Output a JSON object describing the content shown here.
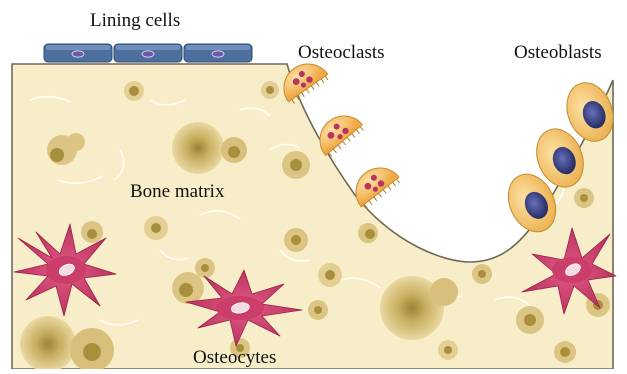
{
  "labels": {
    "lining_cells": "Lining cells",
    "osteoclasts": "Osteoclasts",
    "osteoblasts": "Osteoblasts",
    "bone_matrix": "Bone matrix",
    "osteocytes": "Osteocytes"
  },
  "colors": {
    "matrix_fill": "#f7eec9",
    "matrix_outline": "#6f6a58",
    "lacuna_outer": "#e6d39a",
    "lacuna_inner": "#a88f3c",
    "lining_cell": "#4d6f9e",
    "lining_nucleus": "#6e5aa6",
    "osteoclast_fill": "#f6c46c",
    "osteoclast_nuclei": "#b83461",
    "osteoblast_fill": "#f6c66a",
    "osteoblast_nucleus": "#2f3473",
    "osteocyte_fill": "#cc3e6a",
    "osteocyte_nucleus": "#f3dbe4"
  }
}
